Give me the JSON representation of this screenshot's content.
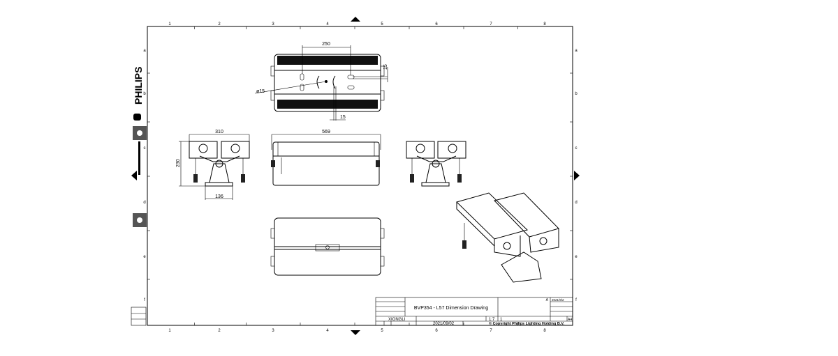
{
  "brand": "PHILIPS",
  "grid": {
    "columns": [
      "1",
      "2",
      "3",
      "4",
      "5",
      "6",
      "7",
      "8"
    ],
    "rows": [
      "a",
      "b",
      "c",
      "d",
      "e",
      "f"
    ]
  },
  "dimensions": {
    "top_width": "250",
    "top_slot": "15",
    "top_hole": "ø15",
    "top_offset": "15",
    "side_width": "310",
    "side_height": "230",
    "base_width": "136",
    "front_length": "569"
  },
  "title_block": {
    "title": "BVP354 - L57 Dimension Drawing",
    "drawn_by": "XIONGLI",
    "date": "2021/09/02",
    "copyright": "© Copyright Philips Lighting Holding B.V.",
    "size": "A",
    "revision_date": "2021/9/2",
    "scale_label": "1:7",
    "sheet": "1",
    "format": "A4"
  }
}
